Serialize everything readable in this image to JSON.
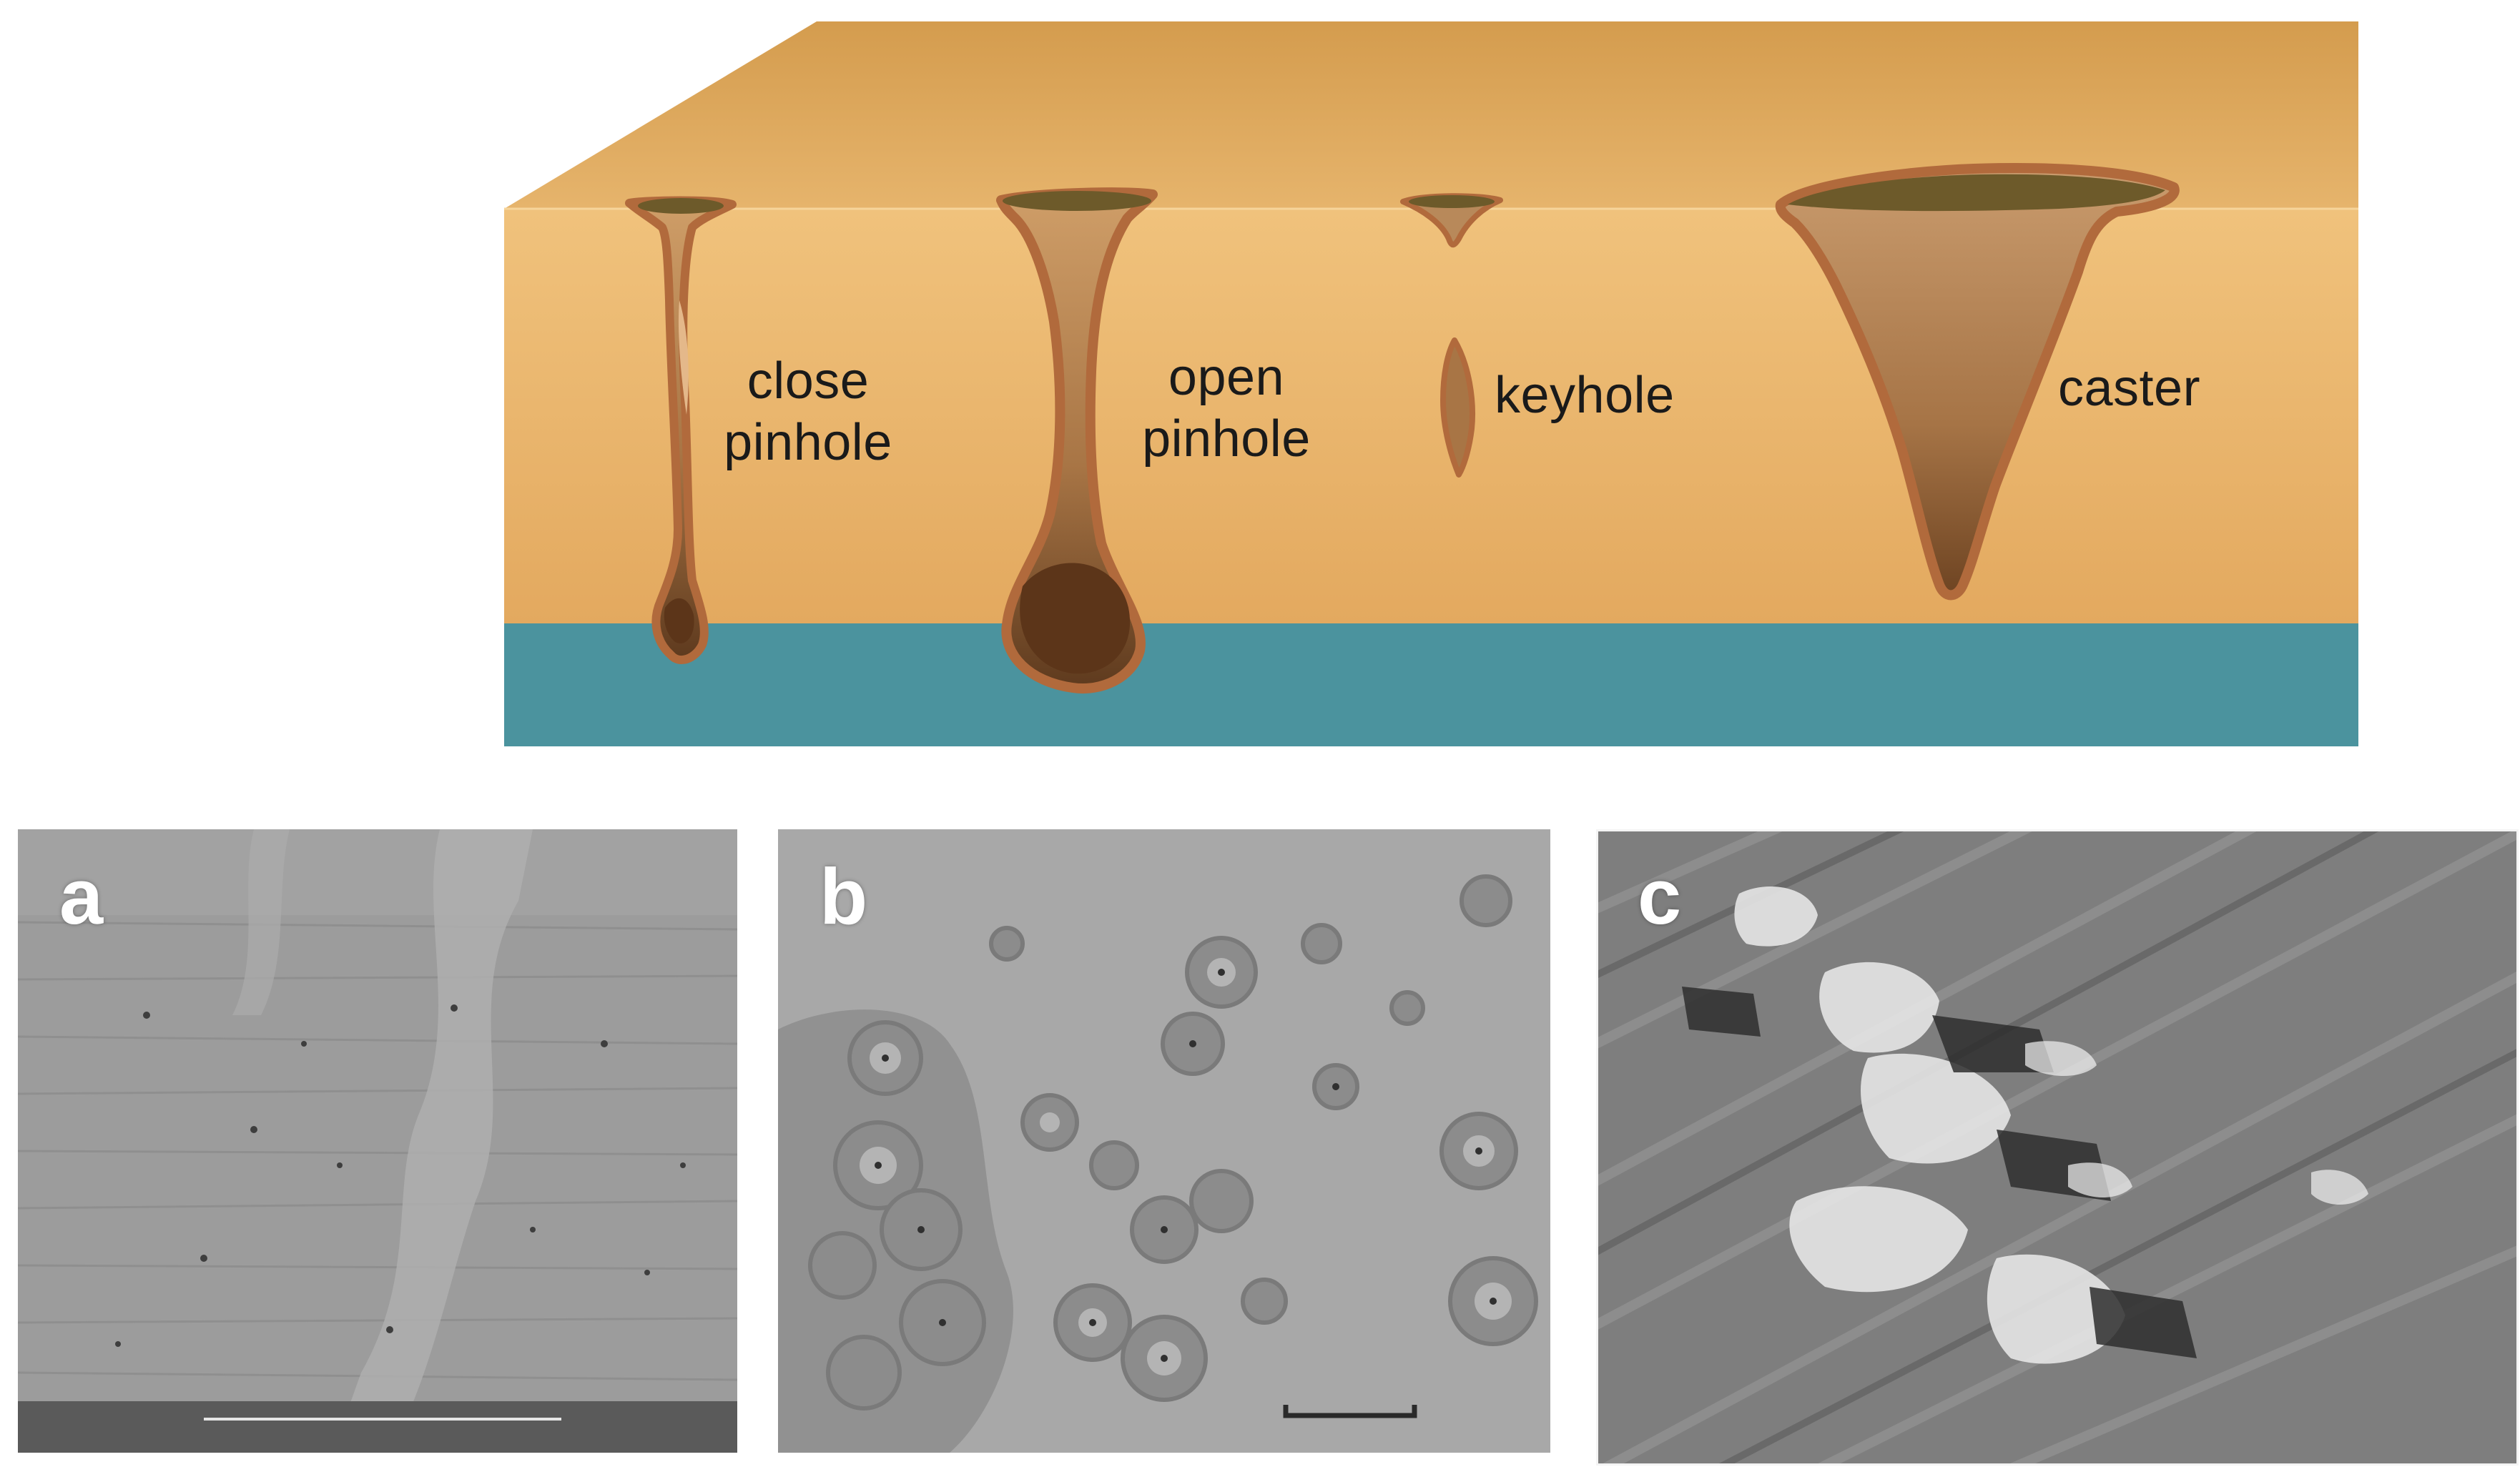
{
  "diagram": {
    "colors": {
      "coating_top": "#d39f52",
      "coating_face": "#efbf78",
      "substrate": "#4b939e",
      "defect_fill": "#c08850",
      "defect_deep": "#6d4423",
      "defect_outline": "#b16a3c"
    },
    "defects": [
      {
        "id": "close-pinhole",
        "line1": "close",
        "line2": "pinhole"
      },
      {
        "id": "open-pinhole",
        "line1": "open",
        "line2": "pinhole"
      },
      {
        "id": "keyhole",
        "line1": "keyhole",
        "line2": ""
      },
      {
        "id": "caster",
        "line1": "caster",
        "line2": ""
      }
    ]
  },
  "micrographs": [
    {
      "letter": "a",
      "tone": "#9a9a9a"
    },
    {
      "letter": "b",
      "tone": "#a4a4a4"
    },
    {
      "letter": "c",
      "tone": "#7c7c7c"
    }
  ]
}
